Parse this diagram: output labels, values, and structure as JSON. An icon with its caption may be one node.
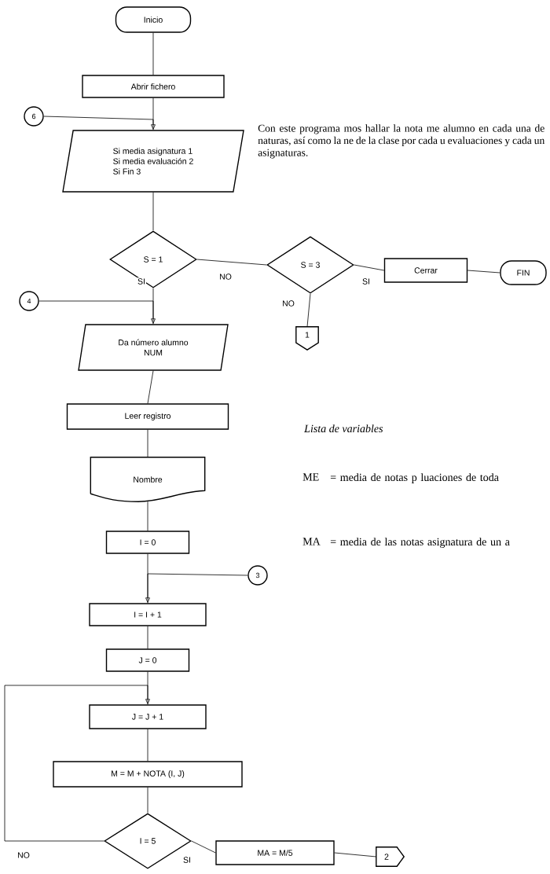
{
  "diagram": {
    "nodes": [
      {
        "text": [
          "Inicio"
        ]
      },
      {
        "text": [
          "Abrir fichero"
        ]
      },
      {
        "text": [
          "6"
        ]
      },
      {
        "text": [
          "Si media asignatura 1",
          "Si media evaluación 2",
          "Si Fin 3"
        ]
      },
      {
        "text": [
          "S = 1"
        ]
      },
      {
        "text": [
          "S = 3"
        ]
      },
      {
        "text": [
          "Cerrar"
        ]
      },
      {
        "text": [
          "FIN"
        ]
      },
      {
        "text": [
          "4"
        ]
      },
      {
        "text": [
          "Da número alumno",
          "NUM"
        ]
      },
      {
        "text": [
          "1"
        ]
      },
      {
        "text": [
          "Leer registro"
        ]
      },
      {
        "text": [
          "Nombre"
        ]
      },
      {
        "text": [
          "I = 0"
        ]
      },
      {
        "text": [
          "3"
        ]
      },
      {
        "text": [
          "I = I + 1"
        ]
      },
      {
        "text": [
          "J = 0"
        ]
      },
      {
        "text": [
          "J = J + 1"
        ]
      },
      {
        "text": [
          "M = M + NOTA (I, J)"
        ]
      },
      {
        "text": [
          "I = 5"
        ]
      },
      {
        "text": [
          "MA = M/5"
        ]
      },
      {
        "text": [
          "2"
        ]
      }
    ],
    "edges": [
      {
        "from": 0,
        "to": 1,
        "arrow": "none"
      },
      {
        "from": 1,
        "to": 3,
        "arrow": "none"
      },
      {
        "from": 2,
        "to": 3,
        "arrow": "to"
      },
      {
        "from": 3,
        "to": 4,
        "arrow": "none"
      },
      {
        "from": 4,
        "to": 5,
        "arrow": "none",
        "label": "NO"
      },
      {
        "from": 5,
        "to": 6,
        "arrow": "none",
        "label": "SI"
      },
      {
        "from": 6,
        "to": 7,
        "arrow": "none"
      },
      {
        "from": 5,
        "to": 10,
        "arrow": "none",
        "label": "NO"
      },
      {
        "from": 4,
        "to": 9,
        "arrow": "none",
        "label": "SI"
      },
      {
        "from": 8,
        "to": 9,
        "arrow": "to"
      },
      {
        "from": 9,
        "to": 11,
        "arrow": "none"
      },
      {
        "from": 11,
        "to": 12,
        "arrow": "none"
      },
      {
        "from": 12,
        "to": 13,
        "arrow": "none"
      },
      {
        "from": 13,
        "to": 15,
        "arrow": "none"
      },
      {
        "from": 14,
        "to": 15,
        "arrow": "to"
      },
      {
        "from": 15,
        "to": 16,
        "arrow": "none"
      },
      {
        "from": 16,
        "to": 17,
        "arrow": "none"
      },
      {
        "from": 17,
        "to": 18,
        "arrow": "none"
      },
      {
        "from": 18,
        "to": 19,
        "arrow": "none"
      },
      {
        "from": 19,
        "to": 17,
        "arrow": "to",
        "label": "NO"
      },
      {
        "from": 19,
        "to": 20,
        "arrow": "none",
        "label": "SI"
      },
      {
        "from": 20,
        "to": 21,
        "arrow": "none"
      }
    ],
    "labels": [
      "Con este programa mos hallar la nota me alumno en cada una de naturas, así como la ne de la clase por cada u evaluaciones y cada un asignaturas.",
      "Lista de variables",
      "ME",
      "= media de notas p luaciones de toda",
      "MA",
      "= media de las notas asignatura de un a"
    ]
  }
}
